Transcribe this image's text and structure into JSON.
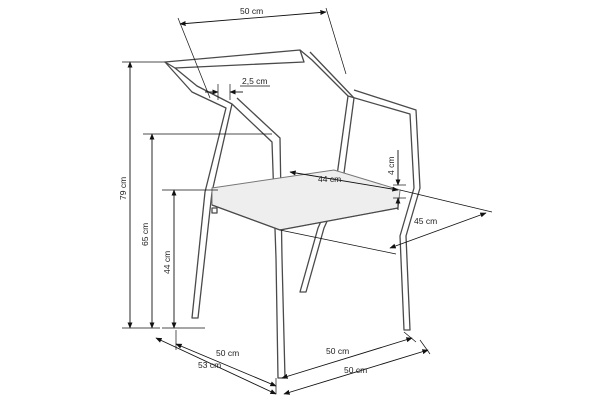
{
  "dimensions": {
    "top_width": "50 cm",
    "slat_thickness": "2,5 cm",
    "total_height": "79 cm",
    "armrest_height": "65 cm",
    "seat_height": "44 cm",
    "seat_width": "44 cm",
    "seat_thickness": "4 cm",
    "seat_depth": "45 cm",
    "front_width": "50 cm",
    "overall_depth": "53 cm",
    "side_depth": "50 cm",
    "bottom_width": "50 cm"
  }
}
